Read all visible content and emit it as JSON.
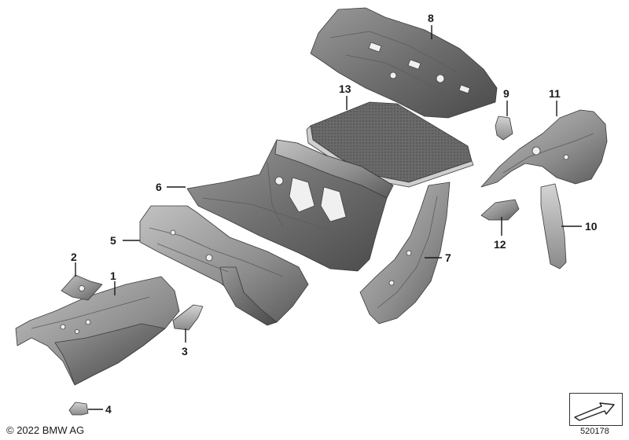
{
  "callouts": {
    "c1": "1",
    "c2": "2",
    "c3": "3",
    "c4": "4",
    "c5": "5",
    "c6": "6",
    "c7": "7",
    "c8": "8",
    "c9": "9",
    "c10": "10",
    "c11": "11",
    "c12": "12",
    "c13": "13"
  },
  "footer": {
    "copyright": "© 2022 BMW AG",
    "diagram_id": "520178"
  },
  "colors": {
    "part_dark": "#6e6e6e",
    "part_mid": "#8d8d8d",
    "part_light": "#b4b4b4",
    "ink": "#1a1a1a"
  },
  "icons": {
    "orientation": "vehicle-orientation-arrow-icon"
  }
}
